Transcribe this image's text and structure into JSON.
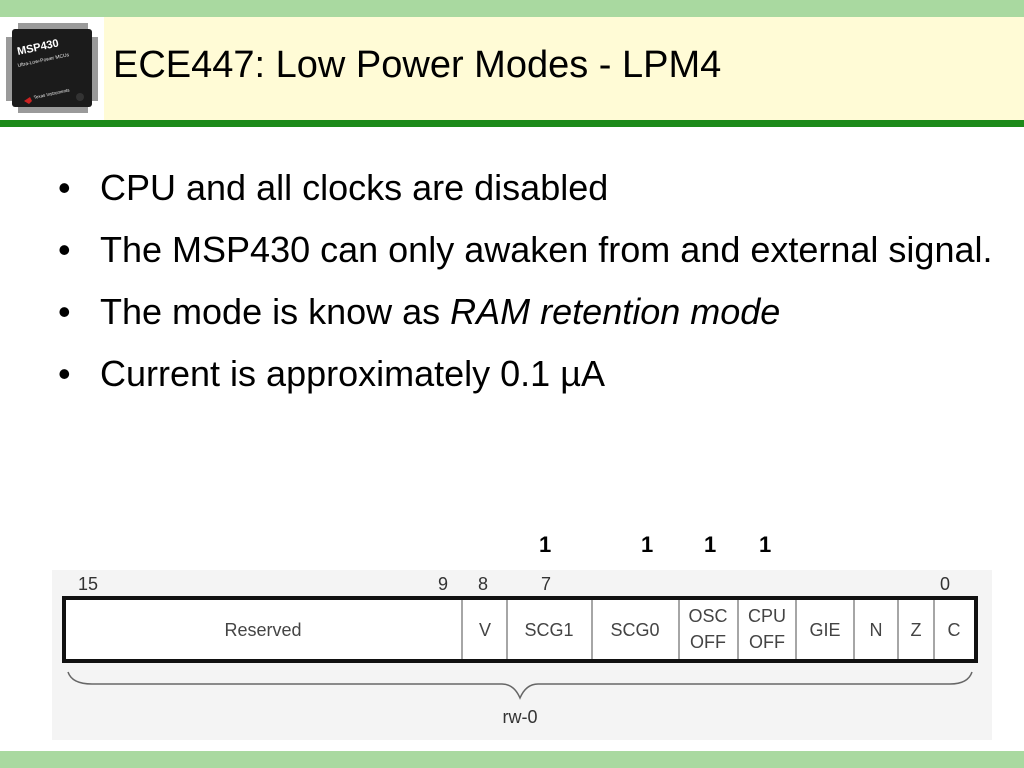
{
  "slide": {
    "title": "ECE447: Low Power Modes - LPM4",
    "chip_logo_text": {
      "line1": "MSP430",
      "line2": "Ultra-Low-Power MCUs",
      "brand": "Texas Instruments"
    },
    "bullets": [
      {
        "text": "CPU and all clocks are disabled"
      },
      {
        "text": "The MSP430 can only awaken from and external signal."
      },
      {
        "text_before": "The mode is know as ",
        "emphasis": "RAM retention mode"
      },
      {
        "text": "Current is approximately 0.1 µA"
      }
    ],
    "bullet_glyph": "•"
  },
  "register": {
    "bit_values": [
      "1",
      "1",
      "1",
      "1"
    ],
    "bit_numbers": {
      "b15": "15",
      "b9": "9",
      "b8": "8",
      "b7": "7",
      "b0": "0"
    },
    "fields": {
      "reserved": "Reserved",
      "v": "V",
      "scg1": "SCG1",
      "scg0": "SCG0",
      "osc_line1": "OSC",
      "osc_line2": "OFF",
      "cpu_line1": "CPU",
      "cpu_line2": "OFF",
      "gie": "GIE",
      "n": "N",
      "z": "Z",
      "c": "C"
    },
    "access": "rw-0"
  },
  "colors": {
    "band_green": "#a9d9a0",
    "title_bg": "#fffbd6",
    "rule_green": "#1c8a1a"
  }
}
